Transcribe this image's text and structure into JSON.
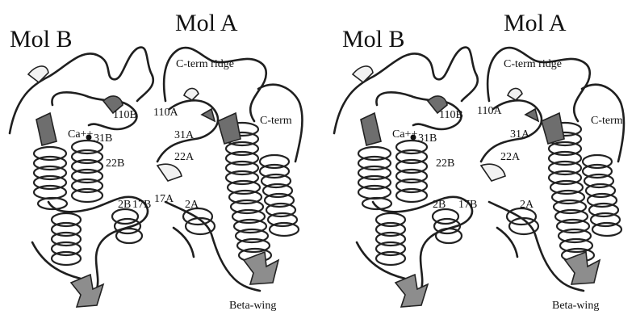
{
  "panels": [
    {
      "id": "left",
      "labels": {
        "mol_b": "Mol B",
        "mol_a": "Mol A",
        "c_term_ridge": "C-term ridge",
        "res_110b": "110B",
        "res_110a": "110A",
        "c_term": "C-term",
        "ca": "Ca++",
        "res_31b": "31B",
        "res_31a": "31A",
        "res_22b": "22B",
        "res_22a": "22A",
        "res_2b": "2B",
        "res_17b": "17B",
        "res_17a": "17A",
        "res_2a": "2A",
        "beta_wing": "Beta-wing"
      }
    },
    {
      "id": "right",
      "labels": {
        "mol_b": "Mol B",
        "mol_a": "Mol A",
        "c_term_ridge": "C-term ridge",
        "res_110b": "110B",
        "res_110a": "110A",
        "c_term": "C-term",
        "ca": "Ca++",
        "res_31b": "31B",
        "res_31a": "31A",
        "res_22b": "22B",
        "res_22a": "22A",
        "res_2b": "2B",
        "res_17b": "17B",
        "res_2a": "2A",
        "beta_wing": "Beta-wing"
      }
    }
  ]
}
